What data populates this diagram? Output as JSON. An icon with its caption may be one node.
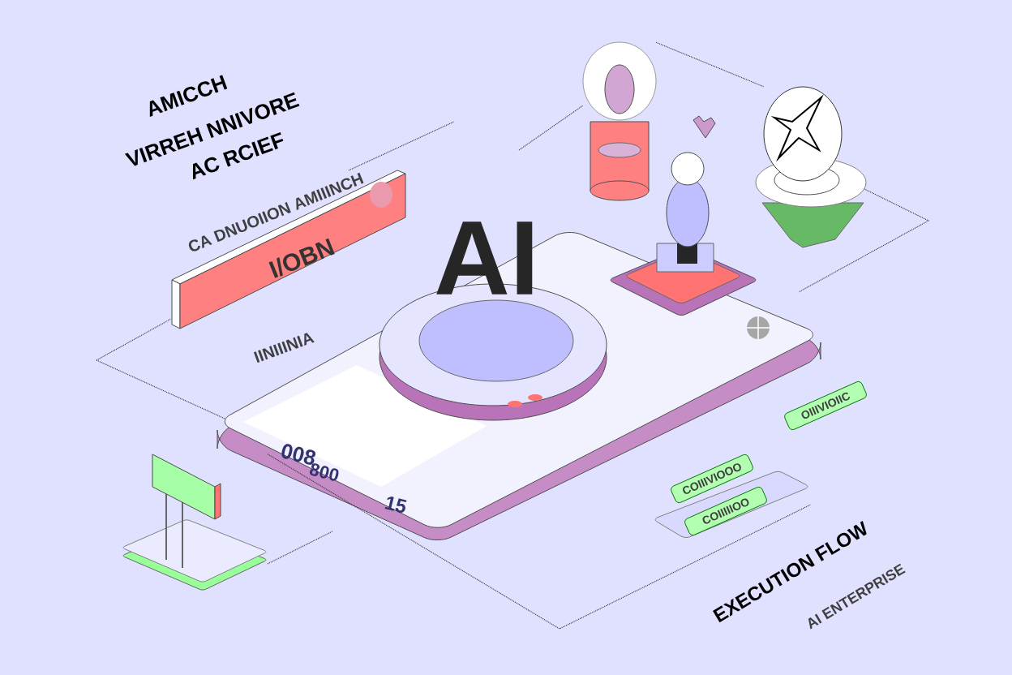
{
  "diagram": {
    "nodes": [
      {
        "text": [],
        "shape": "picture"
      },
      {
        "text": [],
        "shape": "picture"
      },
      {
        "text": [],
        "shape": "picture"
      },
      {
        "text": [],
        "shape": "box"
      }
    ],
    "edges": [
      {
        "from": 0,
        "to": 1,
        "arrow": "none"
      },
      {
        "from": 2,
        "to": 3,
        "arrow": "none"
      }
    ],
    "labels": [
      "AMICCH",
      "VIRREH NNIVORE",
      "AC RCIEF",
      "CA DNUOIION AMIIINCH",
      "I/OBN",
      "IINIIINIA",
      "AI",
      "008",
      "800",
      "15",
      "OIIIVIOIIC",
      "COIIIVIOOO",
      "COIIIIIOO",
      "EXECUTION FLOW",
      "AI ENTERPRISE"
    ]
  }
}
